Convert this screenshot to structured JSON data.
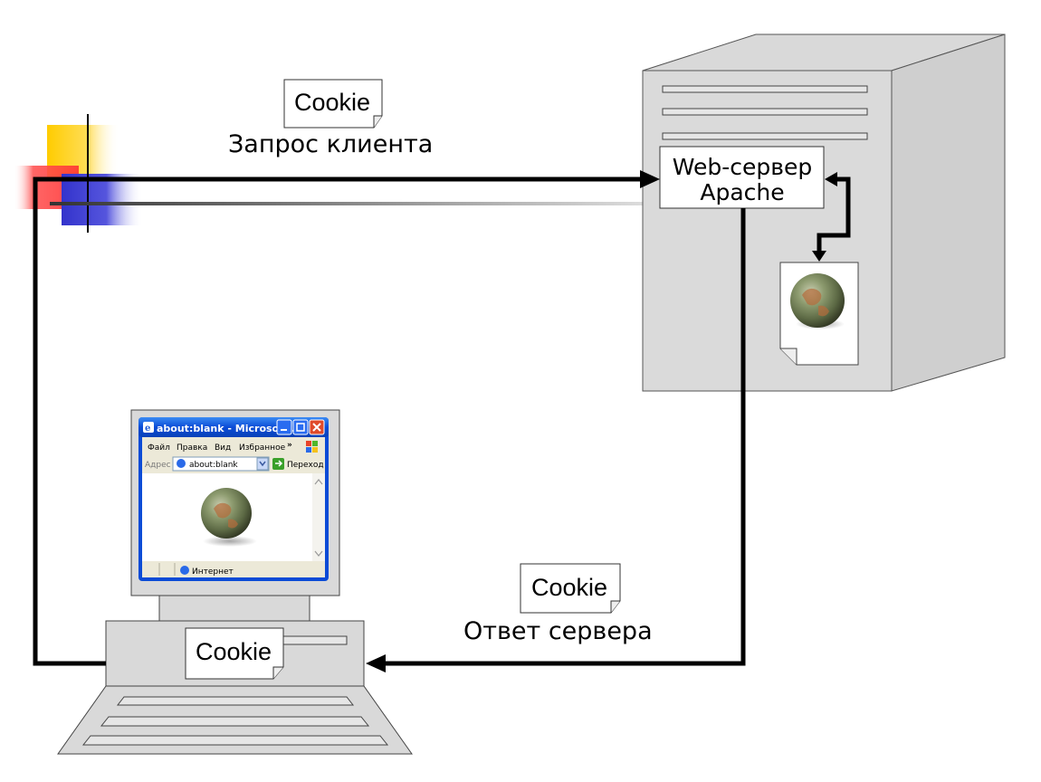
{
  "labels": {
    "cookie": "Cookie",
    "request": "Запрос клиента",
    "response": "Ответ сервера",
    "server_line1": "Web-сервер",
    "server_line2": "Apache"
  },
  "browser": {
    "title": "about:blank - Microsoft ...",
    "menu": [
      "Файл",
      "Правка",
      "Вид",
      "Избранное"
    ],
    "menu_more": "»",
    "address_label": "Адрес",
    "address_value": "about:blank",
    "go_label": "Переход",
    "status_zone": "Интернет"
  },
  "colors": {
    "line": "#000000",
    "device_fill": "#d9d9d9",
    "device_side": "#cfcfcf",
    "deco_yellow": "#ffcc00",
    "deco_red": "#ff3333",
    "deco_blue": "#3333cc",
    "xp_titlebar": "#0a4bd6",
    "xp_close": "#e04a2a"
  }
}
